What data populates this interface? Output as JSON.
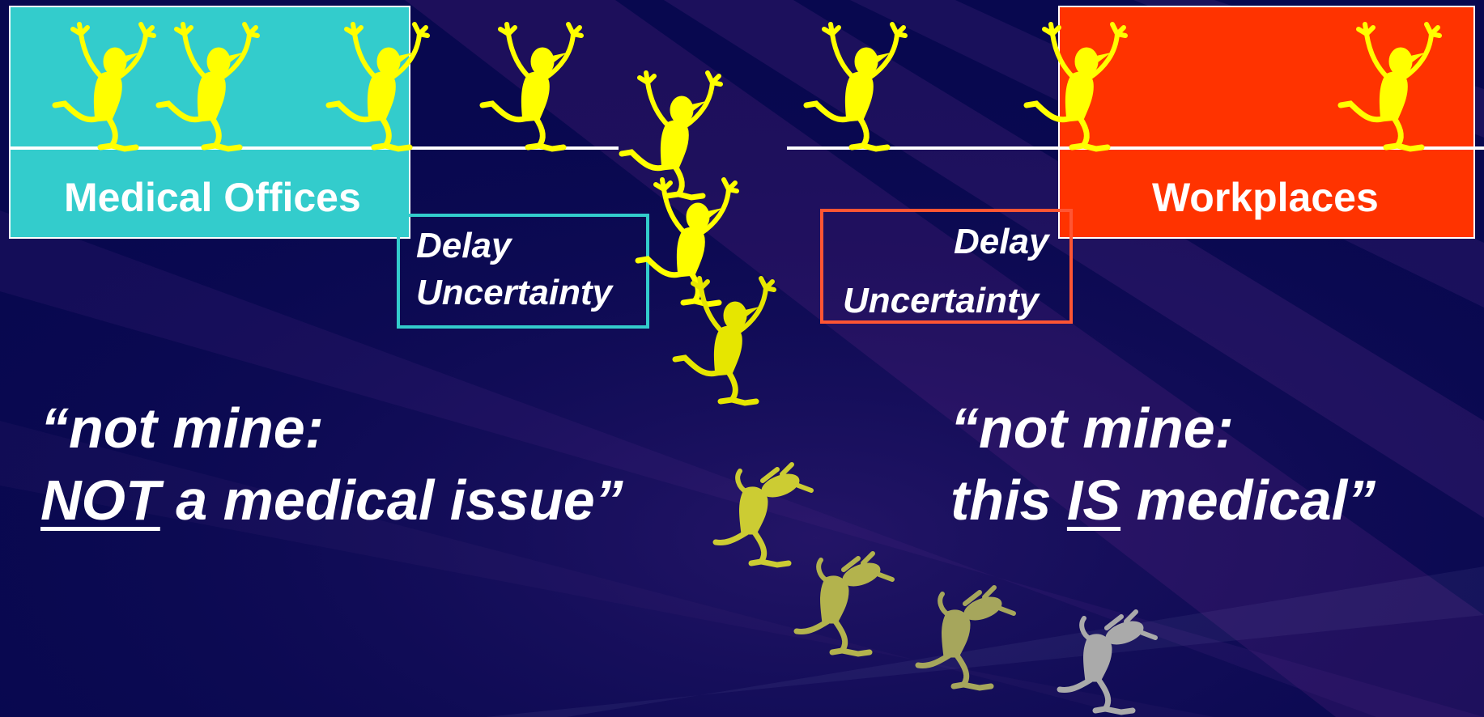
{
  "left_panel": {
    "title": "Medical Offices",
    "color": "#33cccc",
    "flags": [
      "Delay",
      "Uncertainty"
    ],
    "flag_color": "#33cccc",
    "quote_line1": "“not mine:",
    "quote_emph": "NOT",
    "quote_rest": " a medical issue”"
  },
  "right_panel": {
    "title": "Workplaces",
    "color": "#ff3300",
    "flags": [
      "Delay",
      "Uncertainty"
    ],
    "flag_color": "#ff5533",
    "quote_line1": "“not mine:",
    "quote_pre": "this ",
    "quote_emph": "IS",
    "quote_rest": " medical”"
  },
  "figure_icon": "jumping-stick-figure-icon",
  "falling_icon": "falling-stick-figure-icon",
  "colors": {
    "background": "#08084f",
    "figure_yellow": "#ffff00",
    "figure_faded": [
      "#e6e600",
      "#cccc33",
      "#b3b34d",
      "#a6a65c",
      "#aaaaaa"
    ]
  }
}
